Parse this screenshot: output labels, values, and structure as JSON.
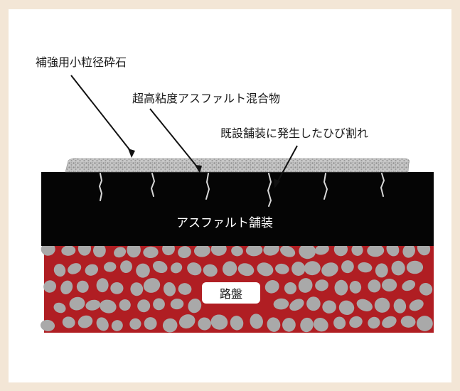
{
  "labels": {
    "reinforcing_stone": "補強用小粒径砕石",
    "high_viscosity_asphalt": "超高粘度アスファルト混合物",
    "existing_cracks": "既設舗装に発生したひび割れ",
    "asphalt_pavement": "アスファルト舗装",
    "roadbed": "路盤"
  },
  "colors": {
    "page_background": "#f3e6d6",
    "panel_background": "#ffffff",
    "asphalt": "#050505",
    "roadbed": "#b01e23",
    "aggregate": "#a9a9a9",
    "surface_layer": "#bdbdbd",
    "crack": "#d8d8d8"
  }
}
